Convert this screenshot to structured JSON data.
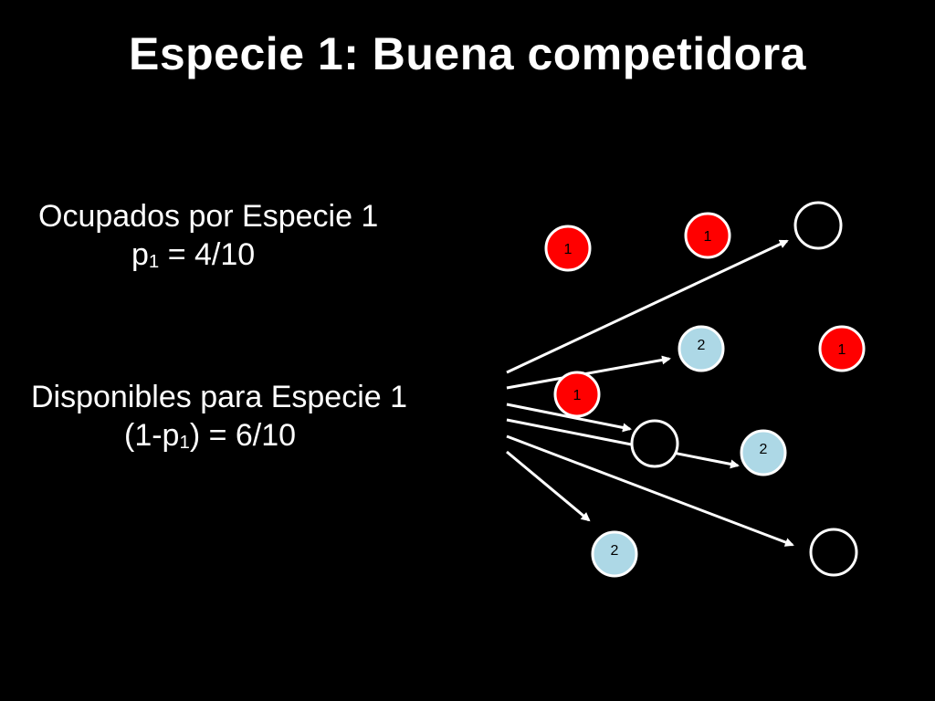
{
  "title": "Especie 1: Buena competidora",
  "occupied": {
    "line1": "Ocupados por Especie 1",
    "expr_prefix": "p",
    "expr_sub": "1",
    "expr_suffix": " = 4/10"
  },
  "available": {
    "line1": "Disponibles para Especie 1",
    "expr_prefix": "(1-p",
    "expr_sub": "1",
    "expr_suffix": ") = 6/10"
  },
  "colors": {
    "species1": "#ff0000",
    "species2": "#add8e6",
    "empty": "#000000",
    "arrow": "#ffffff"
  },
  "nodes": [
    {
      "name": "node-species1-a",
      "kind": "species1",
      "label": "1"
    },
    {
      "name": "node-species1-b",
      "kind": "species1",
      "label": "1"
    },
    {
      "name": "node-empty-a",
      "kind": "empty",
      "label": ""
    },
    {
      "name": "node-species2-a",
      "kind": "species2",
      "label": "2"
    },
    {
      "name": "node-species1-c",
      "kind": "species1",
      "label": "1"
    },
    {
      "name": "node-species1-d",
      "kind": "species1",
      "label": "1"
    },
    {
      "name": "node-empty-b",
      "kind": "empty",
      "label": ""
    },
    {
      "name": "node-species2-b",
      "kind": "species2",
      "label": "2"
    },
    {
      "name": "node-species2-c",
      "kind": "species2",
      "label": "2"
    },
    {
      "name": "node-empty-c",
      "kind": "empty",
      "label": ""
    }
  ]
}
